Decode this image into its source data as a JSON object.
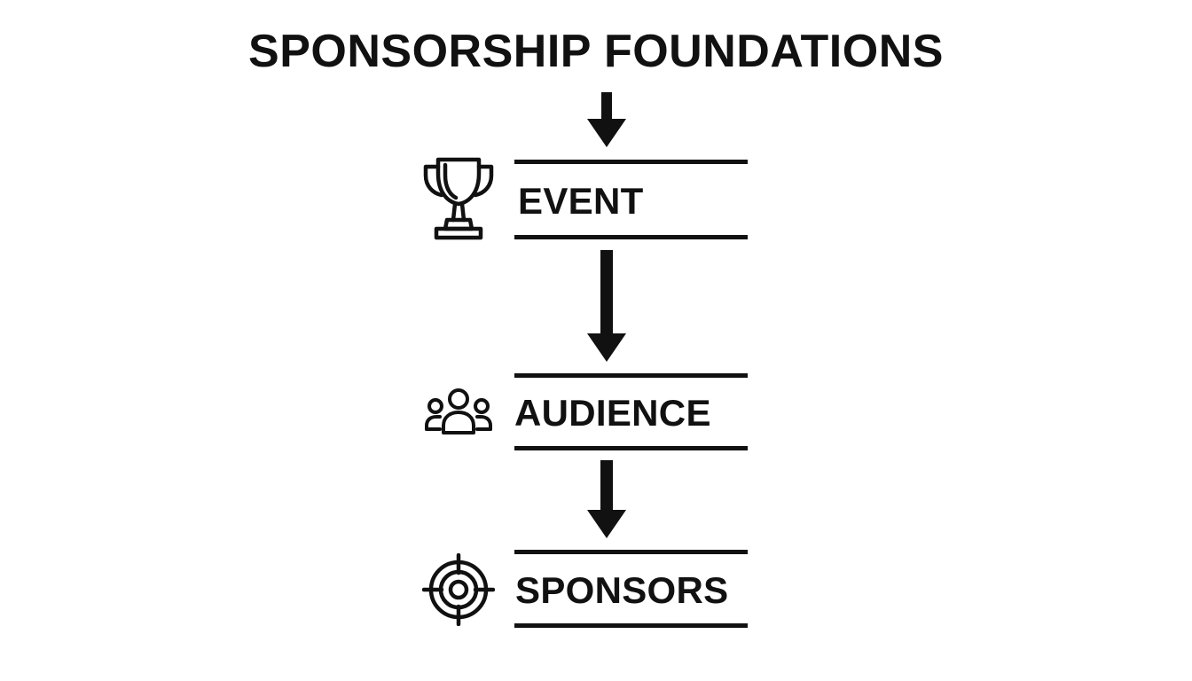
{
  "diagram": {
    "title": "SPONSORSHIP FOUNDATIONS",
    "steps": [
      {
        "label": "EVENT",
        "icon": "trophy-icon"
      },
      {
        "label": "AUDIENCE",
        "icon": "people-group-icon"
      },
      {
        "label": "SPONSORS",
        "icon": "target-crosshair-icon"
      }
    ],
    "colors": {
      "ink": "#111111",
      "background": "#ffffff"
    }
  }
}
